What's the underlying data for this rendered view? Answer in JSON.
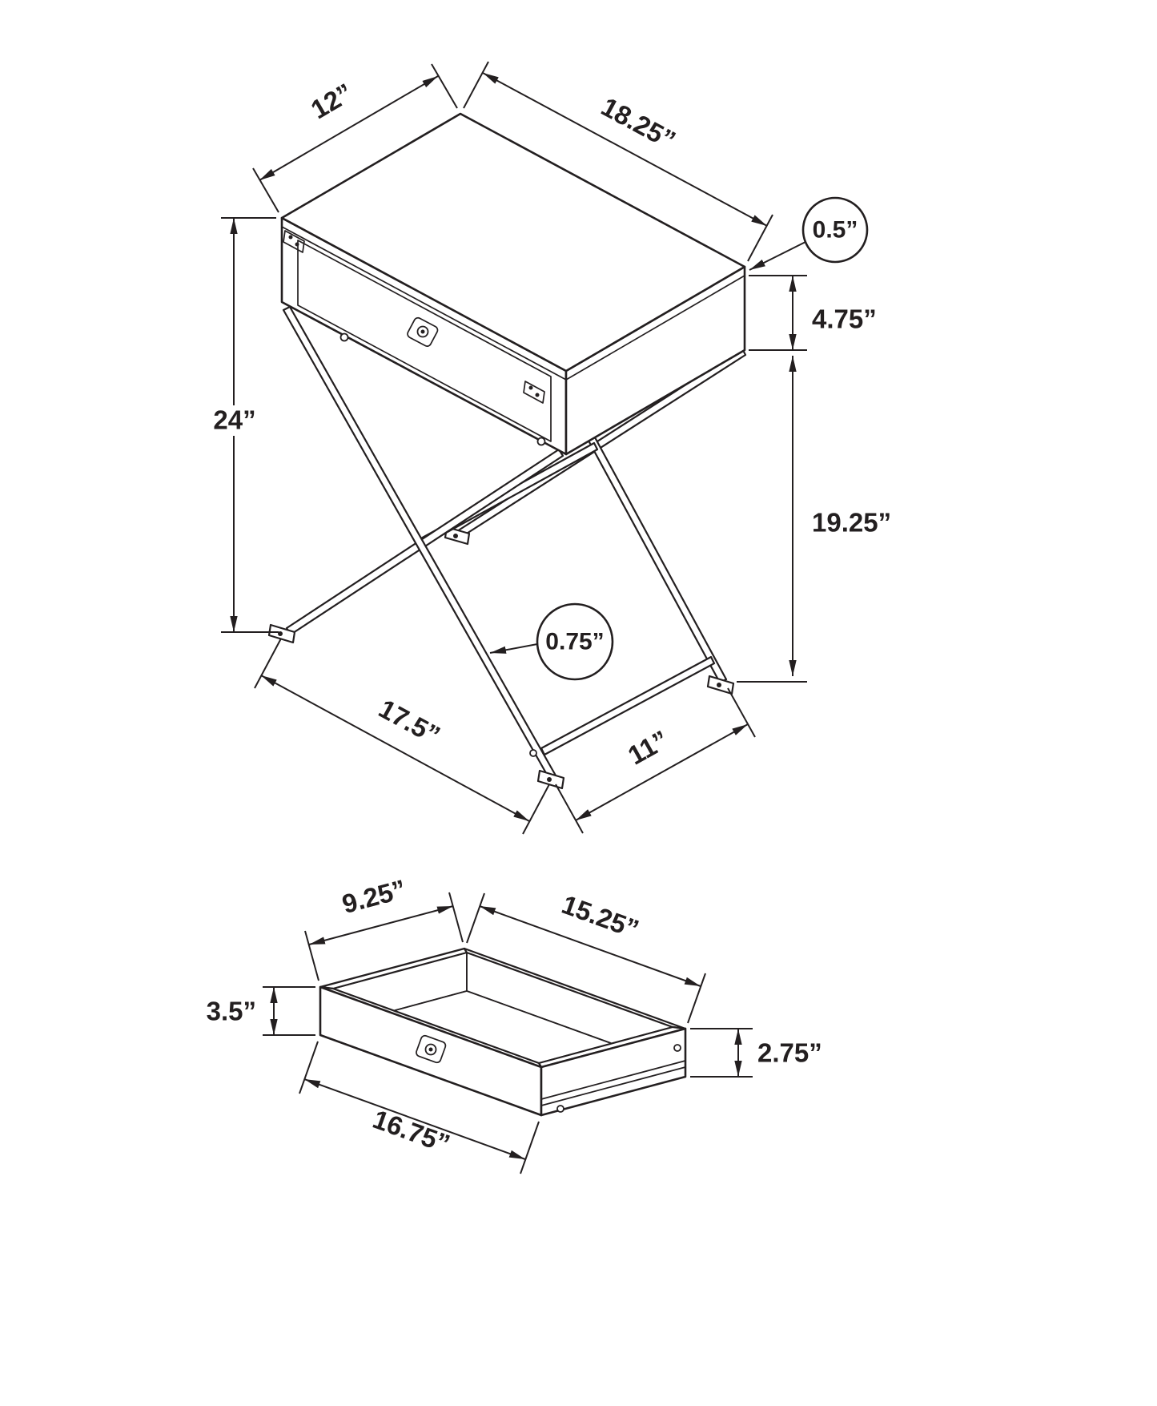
{
  "meta": {
    "background": "#ffffff",
    "line_color": "#231f20",
    "drawing_type": "furniture dimension diagram"
  },
  "table_view": {
    "label": "accent table with x-frame legs",
    "dims": {
      "top_depth": "12”",
      "top_width": "18.25”",
      "top_thickness": "0.5”",
      "apron_height": "4.75”",
      "overall_height": "24”",
      "leg_height": "19.25”",
      "leg_thickness": "0.75”",
      "base_depth": "17.5”",
      "base_width": "11”"
    }
  },
  "drawer_view": {
    "label": "drawer",
    "dims": {
      "inner_depth": "9.25”",
      "inner_width": "15.25”",
      "side_height": "3.5”",
      "back_height": "2.75”",
      "front_width": "16.75”"
    }
  }
}
